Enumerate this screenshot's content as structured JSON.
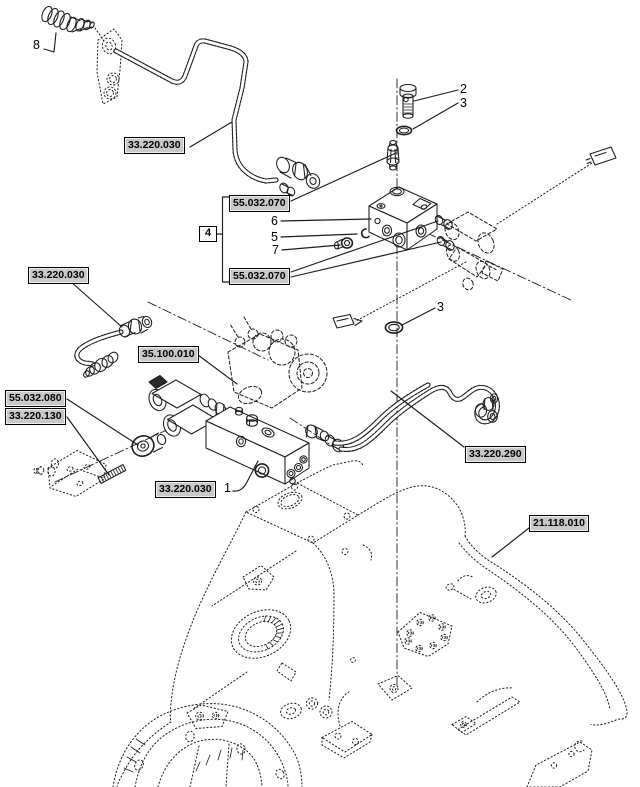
{
  "diagram": {
    "type": "exploded-parts-diagram",
    "colors": {
      "background": "#ffffff",
      "line": "#1c1c1c",
      "ref_box_bg": "#c9c9c9",
      "ref_box_border": "#000000"
    },
    "ref_boxes": [
      {
        "id": "tube-top",
        "label": "33.220.030"
      },
      {
        "id": "fitting-top",
        "label": "55.032.070"
      },
      {
        "id": "fitting-bot",
        "label": "55.032.070"
      },
      {
        "id": "hose-left",
        "label": "33.220.030"
      },
      {
        "id": "pump",
        "label": "35.100.010"
      },
      {
        "id": "adapter",
        "label": "55.032.080"
      },
      {
        "id": "stud",
        "label": "33.220.130"
      },
      {
        "id": "valve",
        "label": "33.220.030"
      },
      {
        "id": "hose-right",
        "label": "33.220.290"
      },
      {
        "id": "housing",
        "label": "21.118.010"
      }
    ],
    "callouts": [
      {
        "id": "item-8",
        "label": "8"
      },
      {
        "id": "item-2",
        "label": "2"
      },
      {
        "id": "item-3-top",
        "label": "3"
      },
      {
        "id": "item-4",
        "label": "4"
      },
      {
        "id": "item-6",
        "label": "6"
      },
      {
        "id": "item-5",
        "label": "5"
      },
      {
        "id": "item-7",
        "label": "7"
      },
      {
        "id": "item-3-mid",
        "label": "3"
      },
      {
        "id": "item-1",
        "label": "1"
      }
    ]
  }
}
